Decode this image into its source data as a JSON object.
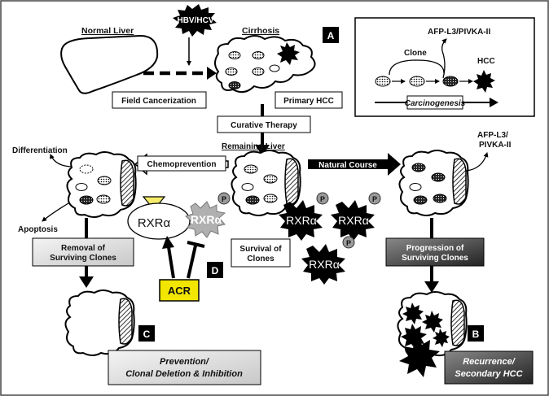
{
  "labels": {
    "normal_liver": "Normal Liver",
    "hbv_hcv": "HBV/HCV",
    "cirrhosis": "Cirrhosis",
    "panel_a": "A",
    "field_cancerization": "Field Cancerization",
    "primary_hcc": "Primary HCC",
    "curative_therapy": "Curative Therapy",
    "remaining_liver": "Remaining Liver",
    "chemoprevention": "Chemoprevention",
    "natural_course": "Natural Course",
    "differentiation": "Differentiation",
    "apoptosis": "Apoptosis",
    "afp_line1": "AFP-L3/",
    "afp_line2": "PIVKA-II",
    "rxr_active": "RXRα",
    "rxr_phospho": "RXRα",
    "p": "P",
    "panel_d": "D",
    "acr": "ACR",
    "removal_line1": "Removal of",
    "removal_line2": "Surviving Clones",
    "survival_line1": "Survival of",
    "survival_line2": "Clones",
    "progression_line1": "Progression of",
    "progression_line2": "Surviving Clones",
    "panel_c": "C",
    "panel_b": "B",
    "prevention_line1": "Prevention/",
    "prevention_line2": "Clonal Deletion & Inhibition",
    "recurrence_line1": "Recurrence/",
    "recurrence_line2": "Secondary HCC"
  },
  "inset": {
    "marker": "AFP-L3/PIVKA-II",
    "clone": "Clone",
    "hcc": "HCC",
    "carcinogenesis": "Carcinogenesis"
  },
  "colors": {
    "acr_fill": "#f2e600",
    "triangle_fill": "#f6ec6a",
    "ribbon_fill": "#555555",
    "rxr_phospho_fill": "#b0b0b0",
    "p_circle_fill": "#9a9a9a"
  }
}
